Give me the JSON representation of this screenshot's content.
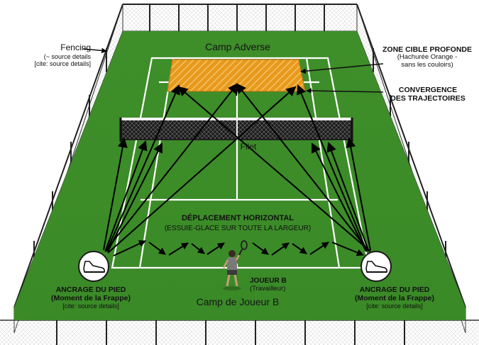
{
  "labels": {
    "fencing_title": "Fencing",
    "fencing_sub1": "(~ source details",
    "fencing_sub2": "[cite: source details]",
    "camp_adverse": "Camp Adverse",
    "filet": "Filet",
    "camp_joueur_b": "Camp de Joueur B",
    "zone_title": "ZONE CIBLE PROFONDE",
    "zone_sub1": "(Hachurée Orange -",
    "zone_sub2": "sans les couloirs)",
    "convergence_1": "CONVERGENCE",
    "convergence_2": "DES TRAJECTOIRES",
    "deplacement_1": "DÉPLACEMENT HORIZONTAL",
    "deplacement_2": "(ESSUIE-GLACE SUR TOUTE LA LARGEUR)",
    "joueur_title": "JOUEUR B",
    "joueur_sub": "(Travailleur)",
    "ancrage_left_1": "ANCRAGE DU PIED",
    "ancrage_left_2": "(Moment de la Frappe)",
    "ancrage_left_3": "[cite: source details]",
    "ancrage_right_1": "ANCRAGE DU PIED",
    "ancrage_right_2": "(Moment de la Frappe)",
    "ancrage_right_3": "[cite: source details]"
  },
  "icons": {
    "foot_anchor": "shoe-icon",
    "player": "tennis-player-icon"
  },
  "colors": {
    "grass": "#3f8f2a",
    "court_lines": "#ffffff",
    "target_zone": "#e8a020",
    "arrows": "#000000",
    "fence": "#2a2a2a"
  }
}
